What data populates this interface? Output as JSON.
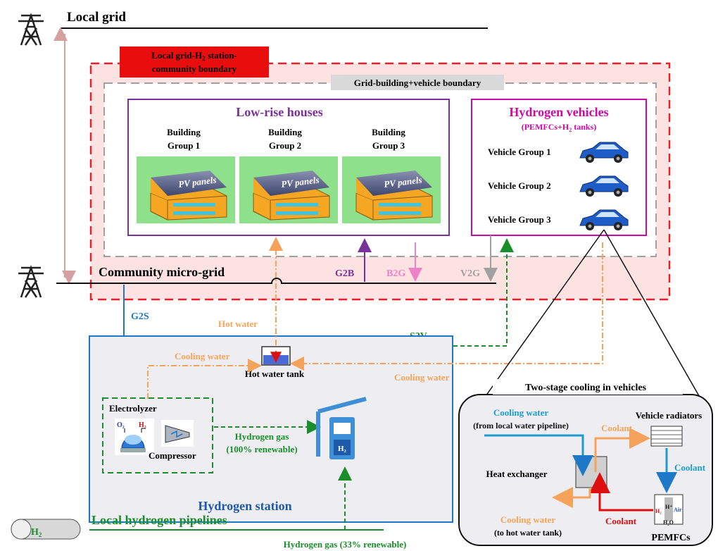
{
  "labels": {
    "local_grid": "Local grid",
    "boundary_outer_1": "Local grid-H",
    "boundary_outer_sub": "2",
    "boundary_outer_2": " station-",
    "boundary_outer_3": "community boundary",
    "boundary_inner": "Grid-building+vehicle boundary",
    "low_rise": "Low-rise houses",
    "building": "Building",
    "group1": "Group 1",
    "group2": "Group 2",
    "group3": "Group 3",
    "pv_panels": "PV panels",
    "h2_vehicles": "Hydrogen vehicles",
    "pemfc_a": "(PEMFCs+H",
    "pemfc_sub": "2",
    "pemfc_b": " tanks)",
    "vehicle_group_1": "Vehicle Group 1",
    "vehicle_group_2": "Vehicle Group 2",
    "vehicle_group_3": "Vehicle Group 3",
    "micro_grid": "Community micro-grid",
    "g2b": "G2B",
    "b2g": "B2G",
    "v2g": "V2G",
    "g2s": "G2S",
    "s2v": "S2V",
    "hot_water": "Hot water",
    "cooling_water_1": "Cooling water",
    "cooling_water_2": "Cooling water",
    "hot_water_tank": "Hot water tank",
    "electrolyzer": "Electrolyzer",
    "compressor": "Compressor",
    "hydrogen_gas": "Hydrogen gas",
    "renewable_100": "(100% renewable)",
    "hydrogen_station": "Hydrogen station",
    "local_pipelines": "Local hydrogen pipelines",
    "pipeline_h2": "H",
    "pipeline_h2_sub": "2",
    "hydrogen_gas_33": "Hydrogen gas (33% renewable)",
    "two_stage": "Two-stage cooling in vehicles",
    "cw_in": "Cooling water",
    "cw_in_src": "(from local water pipeline)",
    "coolant_1": "Coolant",
    "coolant_2": "Coolant",
    "coolant_3": "Coolant",
    "vehicle_radiators": "Vehicle radiators",
    "heat_exchanger": "Heat exchanger",
    "cw_out": "Cooling water",
    "cw_out_dst": "(to hot water tank)",
    "pemfcs": "PEMFCs",
    "stack_h2": "H₂",
    "stack_hplus": "H⁺",
    "stack_air": "Air",
    "stack_h2o": "H₂O",
    "elec_o2": "O₂",
    "elec_h2": "H₂",
    "dispenser_h2": "H₂"
  },
  "colors": {
    "red_boundary": "#e8202a",
    "grey_boundary": "#a0a0a0",
    "purple": "#7a3199",
    "magenta": "#cc0aa6",
    "blue": "#1e78c8",
    "green": "#1a8e2a",
    "orange": "#f5a35a",
    "pink": "#ee82c8",
    "grey_arrow": "#a0a0a0",
    "grid_arrow": "#d4a0a0"
  }
}
